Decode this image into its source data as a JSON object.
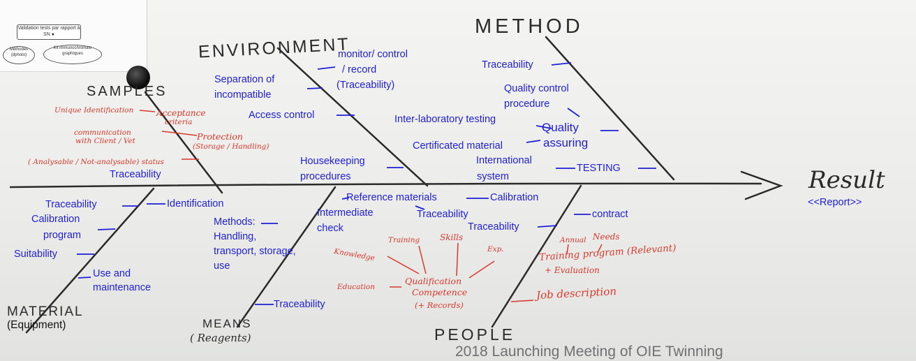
{
  "paper": {
    "validation": "Validation tests par rapport à SN ●",
    "left_bubble": "Méthodes (dphoto)",
    "right_bubble": "Kit immunochromato graphiques"
  },
  "categories": {
    "method": "METHOD",
    "environment": "ENVIRONMENT",
    "samples": "SAMPLES",
    "material": "MATERIAL",
    "material_sub": "(Equipment)",
    "means": "MEANS",
    "means_sub": "( Reagents)",
    "people": "PEOPLE",
    "result": "Result",
    "result_sub": "<<Report>>"
  },
  "environment": {
    "monitor_1": "monitor/ control",
    "monitor_2": "/ record",
    "monitor_3": "(Traceability)",
    "separation_1": "Separation of",
    "separation_2": "incompatible",
    "access": "Access control",
    "housekeeping_1": "Housekeeping",
    "housekeeping_2": "procedures"
  },
  "method": {
    "traceability": "Traceability",
    "qc_1": "Quality control",
    "qc_2": "procedure",
    "interlab": "Inter-laboratory testing",
    "quality": "Quality",
    "assuring": "assuring",
    "certificated": "Certificated material",
    "international_1": "International",
    "international_2": "system",
    "testing": "TESTING"
  },
  "samples": {
    "unique_id": "Unique Identification",
    "acceptance_1": "Acceptance",
    "acceptance_2": "criteria",
    "communication_1": "communication",
    "communication_2": "with Client / Vet",
    "protection_1": "Protection",
    "protection_2": "(Storage / Handling)",
    "analysable": "( Analysable / Not-analysable) status",
    "traceability": "Traceability"
  },
  "material": {
    "traceability": "Traceability",
    "identification": "Identification",
    "calibration_1": "Calibration",
    "calibration_2": "program",
    "suitability": "Suitability",
    "use_1": "Use and",
    "use_2": "maintenance"
  },
  "means": {
    "reference": "Reference materials",
    "calibration": "Calibration",
    "intermediate_1": "Intermediate",
    "intermediate_2": "check",
    "traceability_top": "Traceability",
    "methods_1": "Methods:",
    "methods_2": "Handling,",
    "methods_3": "transport, storage,",
    "methods_4": "use",
    "traceability_bottom": "Traceability"
  },
  "people": {
    "contract": "contract",
    "traceability": "Traceability",
    "training": "Training",
    "skills": "Skills",
    "knowledge": "Knowledge",
    "exp": "Exp.",
    "annual": "Annual",
    "needs": "Needs",
    "training_program": "Training program (Relevant)",
    "evaluation": "+ Evaluation",
    "education": "Education",
    "qualification": "Qualification",
    "competence": "Competence",
    "records": "(+ Records)",
    "job": "Job description"
  },
  "footer": "2018 Launching Meeting of OIE Twinning",
  "colors": {
    "blue": "#1f1fd6",
    "red": "#d9382c",
    "ink": "#2a2a2a"
  }
}
